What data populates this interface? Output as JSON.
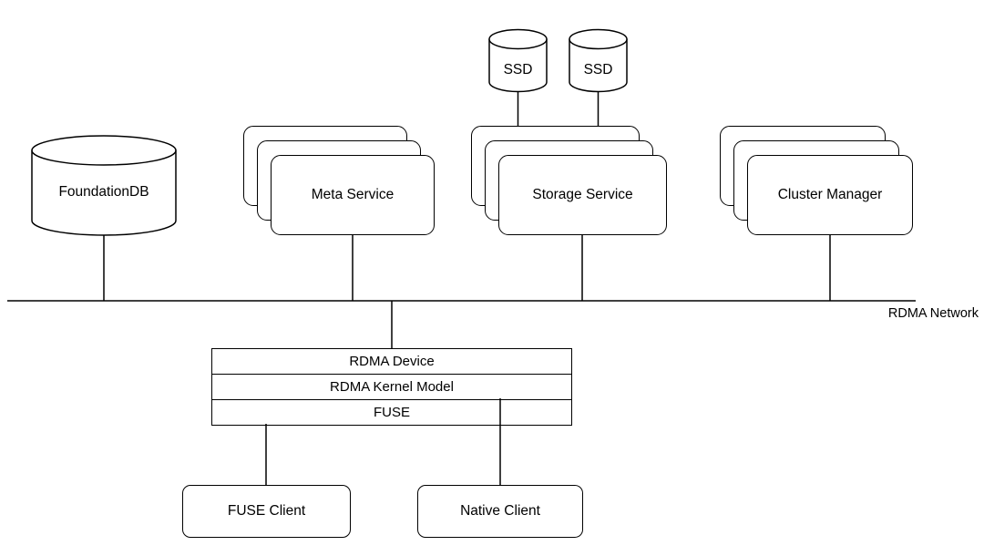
{
  "diagram": {
    "background": "#ffffff",
    "stroke_color": "#000000",
    "network_label": "RDMA Network",
    "nodes": {
      "foundationdb": "FoundationDB",
      "ssd_left": "SSD",
      "ssd_right": "SSD",
      "meta_service": "Meta Service",
      "storage_service": "Storage Service",
      "cluster_manager": "Cluster Manager",
      "rdma_device": "RDMA Device",
      "rdma_kernel_model": "RDMA Kernel Model",
      "fuse": "FUSE",
      "fuse_client": "FUSE Client",
      "native_client": "Native Client"
    },
    "edges": [
      {
        "from": "ssd_left",
        "to": "storage_service"
      },
      {
        "from": "ssd_right",
        "to": "storage_service"
      },
      {
        "from": "foundationdb",
        "to": "rdma_network"
      },
      {
        "from": "meta_service",
        "to": "rdma_network"
      },
      {
        "from": "storage_service",
        "to": "rdma_network"
      },
      {
        "from": "cluster_manager",
        "to": "rdma_network"
      },
      {
        "from": "rdma_network",
        "to": "rdma_device"
      },
      {
        "from": "fuse",
        "to": "fuse_client"
      },
      {
        "from": "rdma_kernel_model",
        "to": "native_client"
      }
    ]
  }
}
